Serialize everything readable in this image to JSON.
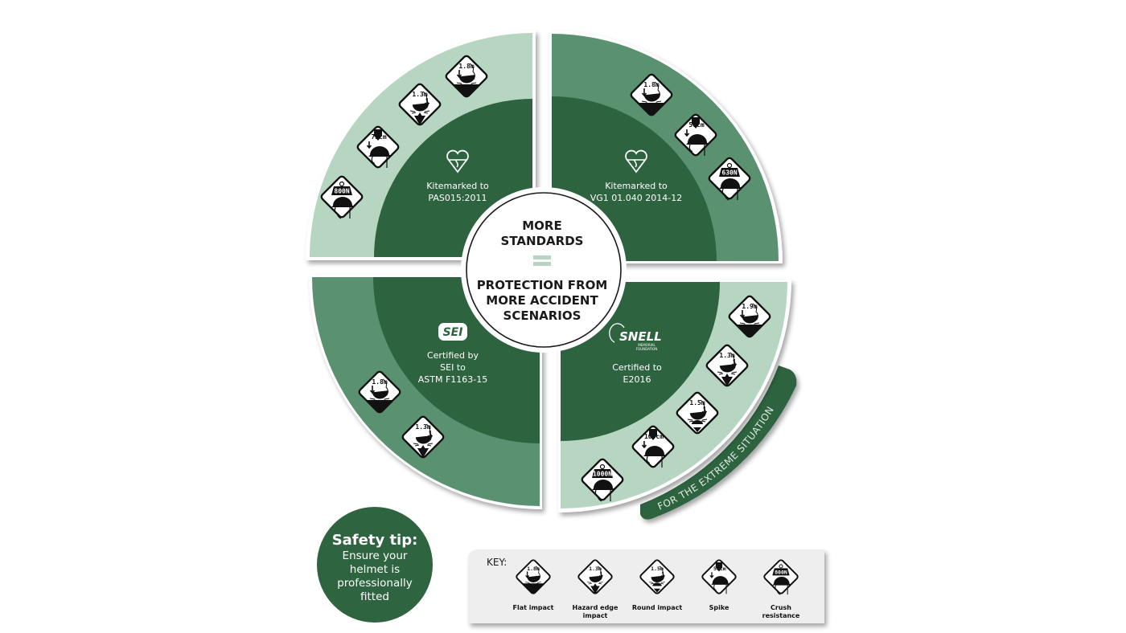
{
  "colors": {
    "dark_green": "#2f6440",
    "mid_green": "#5a9170",
    "light_green": "#b7d6c1",
    "equals_green": "#b7d6c1",
    "white": "#ffffff",
    "black": "#111111"
  },
  "center": {
    "line1": "MORE",
    "line2": "STANDARDS",
    "equals": "=",
    "line3": "PROTECTION FROM",
    "line4": "MORE ACCIDENT",
    "line5": "SCENARIOS"
  },
  "quadrants": {
    "top_left": {
      "logo": "kitemark-icon",
      "line1": "Kitemarked to",
      "line2": "PAS015:2011",
      "icons": [
        {
          "type": "crush",
          "value": "800N"
        },
        {
          "type": "spike",
          "value": "75cm"
        },
        {
          "type": "hazard-edge",
          "value": "1.3m"
        },
        {
          "type": "flat",
          "value": "1.8m"
        }
      ]
    },
    "top_right": {
      "logo": "kitemark-icon",
      "line1": "Kitemarked to",
      "line2": "VG1 01.040 2014-12",
      "icons": [
        {
          "type": "flat",
          "value": "1.8m"
        },
        {
          "type": "spike",
          "value": "50cm"
        },
        {
          "type": "crush",
          "value": "630N"
        }
      ]
    },
    "bottom_left": {
      "logo": "SEI",
      "line1": "Certified by",
      "line2": "SEI to",
      "line3": "ASTM F1163-15",
      "icons": [
        {
          "type": "flat",
          "value": "1.8m"
        },
        {
          "type": "hazard-edge",
          "value": "1.3m"
        }
      ]
    },
    "bottom_right": {
      "logo": "SNELL",
      "logo_sub1": "MEMORIAL",
      "logo_sub2": "FOUNDATION",
      "line1": "Certified to",
      "line2": "E2016",
      "banner": "FOR THE EXTREME SITUATION",
      "icons": [
        {
          "type": "flat",
          "value": "1.9m"
        },
        {
          "type": "hazard-edge",
          "value": "1.3m"
        },
        {
          "type": "round",
          "value": "1.5m"
        },
        {
          "type": "spike",
          "value": "100cm"
        },
        {
          "type": "crush",
          "value": "1000N"
        }
      ]
    }
  },
  "safety_tip": {
    "title": "Safety tip:",
    "lines": [
      "Ensure your",
      "helmet is",
      "professionally",
      "fitted"
    ]
  },
  "key": {
    "title": "KEY:",
    "items": [
      {
        "type": "flat",
        "value": "1.8m",
        "label1": "Flat impact",
        "label2": ""
      },
      {
        "type": "hazard-edge",
        "value": "1.3m",
        "label1": "Hazard edge",
        "label2": "impact"
      },
      {
        "type": "round",
        "value": "1.5m",
        "label1": "Round impact",
        "label2": ""
      },
      {
        "type": "spike",
        "value": "50cm",
        "label1": "Spike",
        "label2": ""
      },
      {
        "type": "crush",
        "value": "800N",
        "label1": "Crush",
        "label2": "resistance"
      }
    ]
  }
}
